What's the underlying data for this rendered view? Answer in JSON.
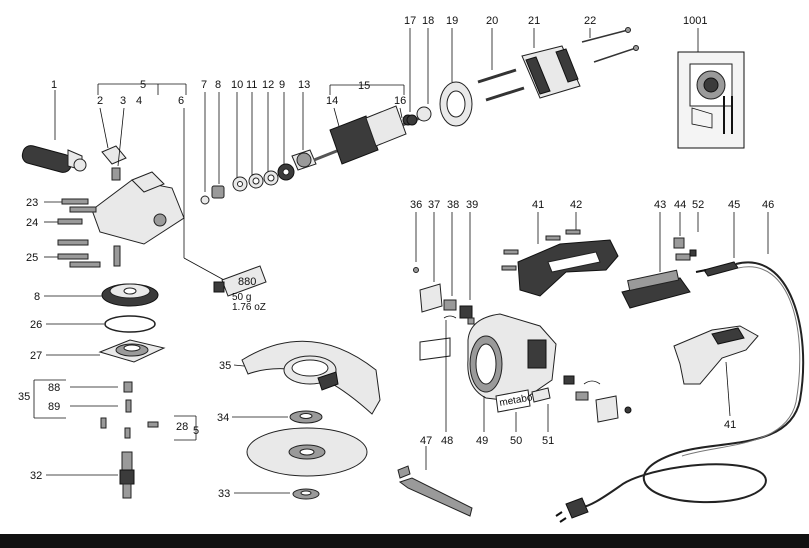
{
  "labels": {
    "p1": "1",
    "p2": "2",
    "p3": "3",
    "p4": "4",
    "p5": "5",
    "p6": "6",
    "p7": "7",
    "p8": "8",
    "p8b": "8",
    "p9": "9",
    "p10": "10",
    "p11": "11",
    "p12": "12",
    "p13": "13",
    "p14": "14",
    "p15": "15",
    "p16": "16",
    "p17": "17",
    "p18": "18",
    "p19": "19",
    "p20": "20",
    "p21": "21",
    "p22": "22",
    "p1001": "1001",
    "p23": "23",
    "p24": "24",
    "p25": "25",
    "p26": "26",
    "p27": "27",
    "p28": "28",
    "p5b": "5",
    "p32": "32",
    "p33": "33",
    "p34": "34",
    "p35": "35",
    "p35b": "35",
    "p36": "36",
    "p37": "37",
    "p38": "38",
    "p39": "39",
    "p41": "41",
    "p41b": "41",
    "p42": "42",
    "p43": "43",
    "p44": "44",
    "p45": "45",
    "p46": "46",
    "p47": "47",
    "p48": "48",
    "p49": "49",
    "p50": "50",
    "p51": "51",
    "p52": "52",
    "p88": "88",
    "p89": "89"
  },
  "grease_tube": {
    "label": "880",
    "weight_g": "50 g",
    "weight_oz": "1.76 oZ"
  },
  "logo_text": "metabo",
  "colors": {
    "line": "#111111",
    "part_fill": "#e9e9e9",
    "dark_fill": "#3b3b3b",
    "background": "#ffffff"
  }
}
